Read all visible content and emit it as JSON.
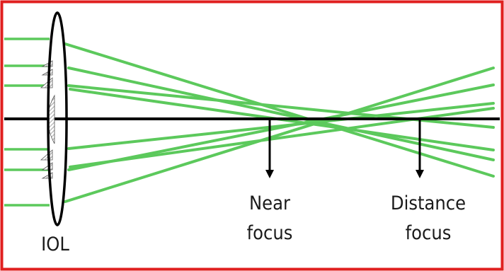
{
  "labels": {
    "lens": "IOL",
    "near_line1": "Near",
    "near_line2": "focus",
    "distance_line1": "Distance",
    "distance_line2": "focus"
  },
  "colors": {
    "frame": "#e01f1f",
    "ray": "#5cc95c",
    "axis": "#000000",
    "lens_outline": "#000000",
    "diffractive_hatch": "#8c8c8c"
  }
}
